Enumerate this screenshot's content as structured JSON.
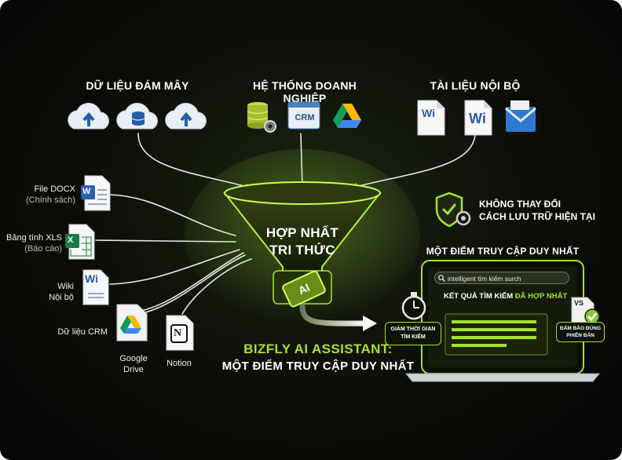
{
  "headers": {
    "cloud": "DỮ LIỆU ĐÁM MÂY",
    "enterprise": "HỆ THỐNG DOANH NGHIỆP",
    "internal": "TÀI LIỆU NỘI BỘ"
  },
  "enterprise_icons": {
    "crm_label": "CRM"
  },
  "internal_icons": {
    "wi1": "Wi",
    "wi2": "Wi"
  },
  "left_sources": [
    {
      "title": "File DOCX",
      "sub": "(Chính sách)",
      "icon_text": "W"
    },
    {
      "title": "Bảng tính XLS",
      "sub": "(Báo cáo)",
      "icon_text": "X"
    },
    {
      "title": "Wiki",
      "sub": "Nội bộ",
      "icon_text": "Wi"
    },
    {
      "title": "Dữ liệu CRM",
      "sub": ""
    }
  ],
  "bottom_sources": {
    "gdrive": "Google\nDrive",
    "notion": "Notion",
    "notion_glyph": "N"
  },
  "funnel": {
    "line1": "HỢP NHẤT",
    "line2": "TRI THỨC",
    "chip": "AI"
  },
  "assistant": {
    "title": "BIZFLY AI ASSISTANT:",
    "subtitle": "MỘT ĐIỂM TRUY CẬP DUY NHẤT"
  },
  "shield_note": {
    "line1": "KHÔNG THAY ĐỔI",
    "line2": "CÁCH LƯU TRỮ HIỆN TẠI"
  },
  "laptop": {
    "header": "MỘT ĐIỂM TRUY CẬP DUY NHẤT",
    "search_text": "intelligent tìm kiếm surch",
    "results_prefix": "KẾT QUẢ TÌM KIẾM",
    "results_highlight": "ĐÃ HỢP NHẤT",
    "timer_label": "GIẢM THỜI GIAN TÌM KIẾM",
    "version_label": "ĐẢM BẢO ĐÚNG PHIÊN BẢN",
    "version_badge": "VS"
  },
  "colors": {
    "accent": "#a6e22e",
    "background": "#0b0d08",
    "cloud_blue": "#4a90d9"
  }
}
